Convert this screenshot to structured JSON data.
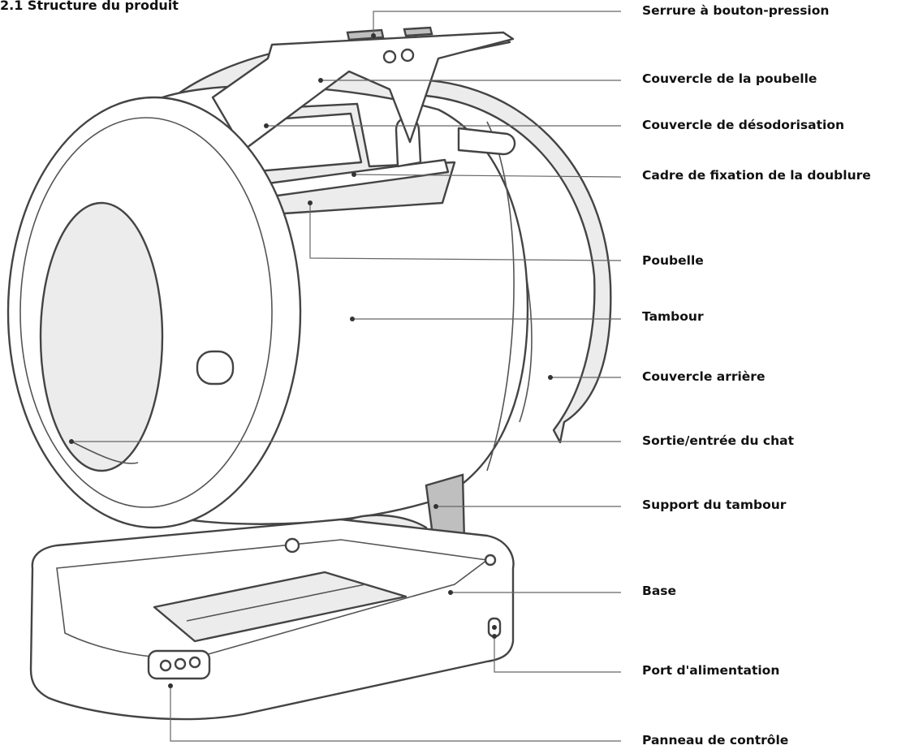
{
  "title": "2.1 Structure du produit",
  "labels": [
    {
      "id": "serrure",
      "text": "Serrure à bouton-pression"
    },
    {
      "id": "couvercle-poubelle",
      "text": "Couvercle de la poubelle"
    },
    {
      "id": "couvercle-desodorisation",
      "text": "Couvercle de désodorisation"
    },
    {
      "id": "cadre-fixation",
      "text": "Cadre de fixation de la doublure"
    },
    {
      "id": "poubelle",
      "text": "Poubelle"
    },
    {
      "id": "tambour",
      "text": "Tambour"
    },
    {
      "id": "couvercle-arriere",
      "text": "Couvercle arrière"
    },
    {
      "id": "sortie-entree",
      "text": "Sortie/entrée du chat"
    },
    {
      "id": "support-tambour",
      "text": "Support du tambour"
    },
    {
      "id": "base",
      "text": "Base"
    },
    {
      "id": "port-alimentation",
      "text": "Port d'alimentation"
    },
    {
      "id": "panneau-controle",
      "text": "Panneau de contrôle"
    }
  ]
}
